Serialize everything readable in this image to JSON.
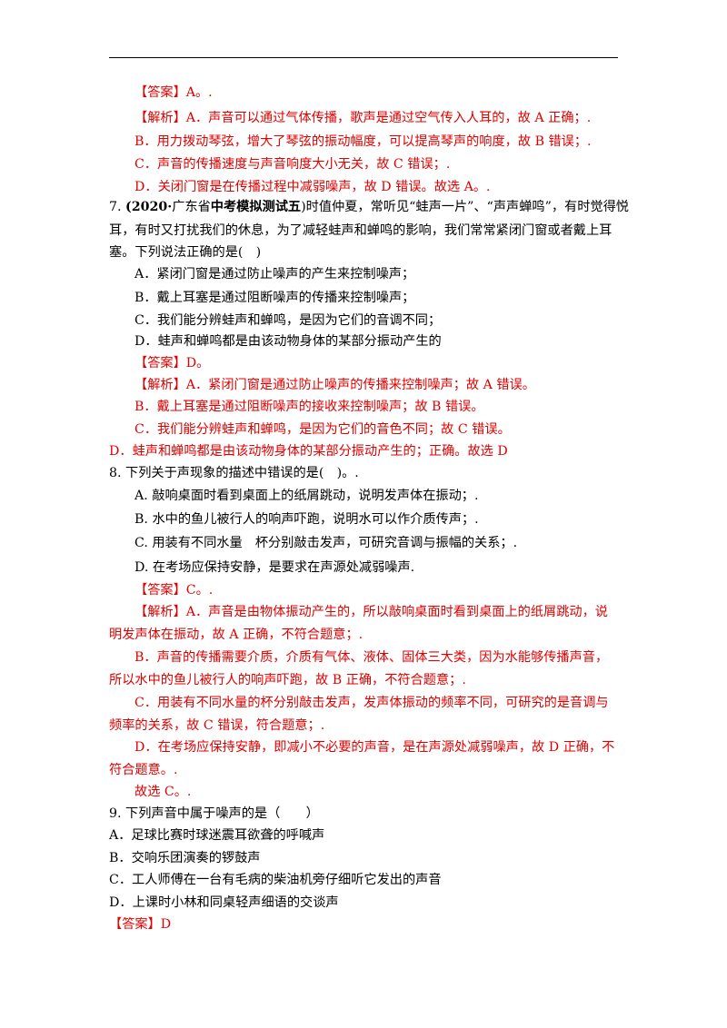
{
  "lines": [
    "【答案】A。.",
    "【解析】A．声音可以通过气体传播，歌声是通过空气传入人耳的，故 A 正确；.",
    "B．用力拨动琴弦，增大了琴弦的振动幅度，可以提高琴声的响度，故 B 错误；.",
    "C．声音的传播速度与声音响度大小无关，故 C 错误；.",
    "D．关闭门窗是在传播过程中减弱噪声，故 D 错误。故选 A。.",
    "7. ",
    "(2020·",
    "广东省",
    "中考模拟测试五",
    ")时值仲夏，常听见“蛙声一片”、“声声蝉鸣”，有时觉得悦",
    "耳，有时又打扰我们的休息，为了减轻蛙声和蝉鸣的影响，我们常常紧闭门窗或者戴上耳",
    "塞。下列说法正确的是(　)",
    "A．紧闭门窗是通过防止噪声的产生来控制噪声；",
    "B．戴上耳塞是通过阻断噪声的传播来控制噪声；",
    "C．我们能分辨蛙声和蝉鸣，是因为它们的音调不同；",
    "D．蛙声和蝉鸣都是由该动物身体的某部分振动产生的",
    "【答案】D。",
    "【解析】A．紧闭门窗是通过防止噪声的传播来控制噪声；故 A 错误。",
    "B．戴上耳塞是通过阻断噪声的接收来控制噪声；故 B 错误。",
    "C．我们能分辨蛙声和蝉鸣，是因为它们的音色不同；故 C 错误。",
    "D．蛙声和蝉鸣都是由该动物身体的某部分振动产生的；正确。故选 D",
    "8. 下列关于声现象的描述中错误的是(　)。.",
    "A. 敲响桌面时看到桌面上的纸屑跳动，说明发声体在振动；.",
    "B. 水中的鱼儿被行人的响声吓跑，说明水可以作介质传声；.",
    "C. 用装有不同水量　杯分别敲击发声，可研究音调与振幅的关系；.",
    "D. 在考场应保持安静，是要求在声源处减弱噪声.",
    "【答案】C。.",
    "【解析】A．声音是由物体振动产生的，所以敲响桌面时看到桌面上的纸屑跳动，说",
    "明发声体在振动，故 A 正确，不符合题意；.",
    "B．声音的传播需要介质，介质有气体、液体、固体三大类，因为水能够传播声音，",
    "所以水中的鱼儿被行人的响声吓跑，故 B 正确，不符合题意；.",
    "C．用装有不同水量的杯分别敲击发声，发声体振动的频率不同，可研究的是音调与",
    "频率的关系，故 C 错误，符合题意；.",
    "D．在考场应保持安静，即减小不必要的声音，是在声源处减弱噪声，故 D 正确，不",
    "符合题意。.",
    "故选 C。.",
    "9. 下列声音中属于噪声的是（　　）",
    "A．足球比赛时球迷震耳欲聋的呼喊声",
    "B．交响乐团演奏的锣鼓声",
    "C．工人师傅在一台有毛病的柴油机旁仔细听它发出的声音",
    "D．上课时小林和同桌轻声细语的交谈声",
    "【答案】D"
  ],
  "colors": {
    "answer_red": "#e00000",
    "text_black": "#000000"
  }
}
